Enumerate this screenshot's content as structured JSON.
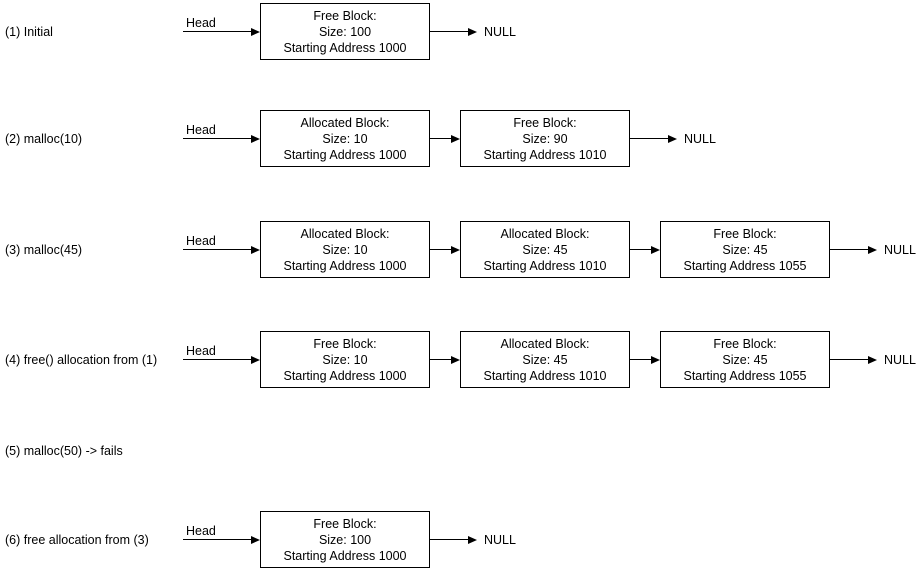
{
  "colors": {
    "background": "#ffffff",
    "line": "#000000",
    "text": "#000000"
  },
  "rows": [
    {
      "label": "(1) Initial",
      "head_label": "Head",
      "null_label": "NULL",
      "nodes": [
        {
          "title": "Free Block:",
          "size": "Size: 100",
          "address": "Starting Address 1000"
        }
      ]
    },
    {
      "label": "(2) malloc(10)",
      "head_label": "Head",
      "null_label": "NULL",
      "nodes": [
        {
          "title": "Allocated Block:",
          "size": "Size: 10",
          "address": "Starting Address 1000"
        },
        {
          "title": "Free Block:",
          "size": "Size: 90",
          "address": "Starting Address 1010"
        }
      ]
    },
    {
      "label": "(3) malloc(45)",
      "head_label": "Head",
      "null_label": "NULL",
      "nodes": [
        {
          "title": "Allocated Block:",
          "size": "Size: 10",
          "address": "Starting Address 1000"
        },
        {
          "title": "Allocated Block:",
          "size": "Size: 45",
          "address": "Starting Address 1010"
        },
        {
          "title": "Free Block:",
          "size": "Size: 45",
          "address": "Starting Address 1055"
        }
      ]
    },
    {
      "label": "(4) free() allocation from (1)",
      "head_label": "Head",
      "null_label": "NULL",
      "nodes": [
        {
          "title": "Free Block:",
          "size": "Size: 10",
          "address": "Starting Address 1000"
        },
        {
          "title": "Allocated Block:",
          "size": "Size: 45",
          "address": "Starting Address 1010"
        },
        {
          "title": "Free Block:",
          "size": "Size: 45",
          "address": "Starting Address 1055"
        }
      ]
    },
    {
      "label": "(5) malloc(50) -> fails",
      "nodes": []
    },
    {
      "label": "(6) free allocation from (3)",
      "head_label": "Head",
      "null_label": "NULL",
      "nodes": [
        {
          "title": "Free Block:",
          "size": "Size: 100",
          "address": "Starting Address 1000"
        }
      ]
    }
  ]
}
